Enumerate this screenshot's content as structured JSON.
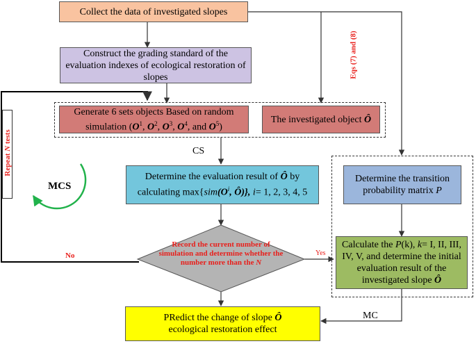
{
  "boxes": {
    "collect": "Collect the data of investigated slopes",
    "construct_line1": "Construct the grading standard of the",
    "construct_line2": "evaluation indexes of ecological restoration of",
    "construct_line3": "slopes",
    "generate_line1": "Generate  6 sets objects Based on random",
    "generate_line2_pre": "simulation (",
    "generate_o": "O",
    "generate_sup1": "1",
    "generate_sup2": "2",
    "generate_sup3": "3",
    "generate_sup4": "4",
    "generate_sup5": "5",
    "generate_sep": ", ",
    "generate_and": ", and ",
    "generate_close": ")",
    "investigated_text": "The investigated object ",
    "o_hat": "Ô",
    "determine_line1": "Determine the evaluation result of ",
    "determine_by": " by",
    "determine_line2_pre": "calculating max{",
    "determine_sim": "sim",
    "determine_args": "(O",
    "determine_sup_i": "i",
    "determine_args2": ", Ô)}, ",
    "determine_i": "i",
    "determine_tail": "= 1, 2, 3, 4, 5",
    "transition_line1": "Determine the transition",
    "transition_line2": "probability matrix ",
    "transition_p": "P",
    "decision_line1": "Record the current number of",
    "decision_line2": "simulation and determine whether the",
    "decision_line3_pre": "number more than the ",
    "decision_n": "N",
    "calculate_line1_pre": "Calculate the ",
    "calculate_pk": "P",
    "calculate_k_paren": "(k), ",
    "calculate_k": "k",
    "calculate_line1_tail": "= I, II, III,",
    "calculate_line2": "IV, V, and determine the initial",
    "calculate_line3": "evaluation result of the",
    "calculate_line4": "investigated slope ",
    "predict_line1_pre": "PRedict the change of slope ",
    "predict_line2": "ecological restoration effect"
  },
  "labels": {
    "cs": "CS",
    "mc": "MC",
    "mcs": "MCS",
    "yes": "Yes",
    "no": "No",
    "eqs": "Eqs (7) and (8)",
    "repeat_pre": "Repeat ",
    "repeat_n": "N",
    "repeat_post": " tests"
  },
  "colors": {
    "collect": "#f9c3a0",
    "construct": "#cdc3e3",
    "generate": "#d27b77",
    "determine": "#73c6dc",
    "transition": "#9bb6dc",
    "decision": "#b4b4b4",
    "calculate": "#9dbb62",
    "predict": "#ffff00",
    "accent_red": "#e8201c",
    "mcs_arrow": "#21b24b"
  }
}
